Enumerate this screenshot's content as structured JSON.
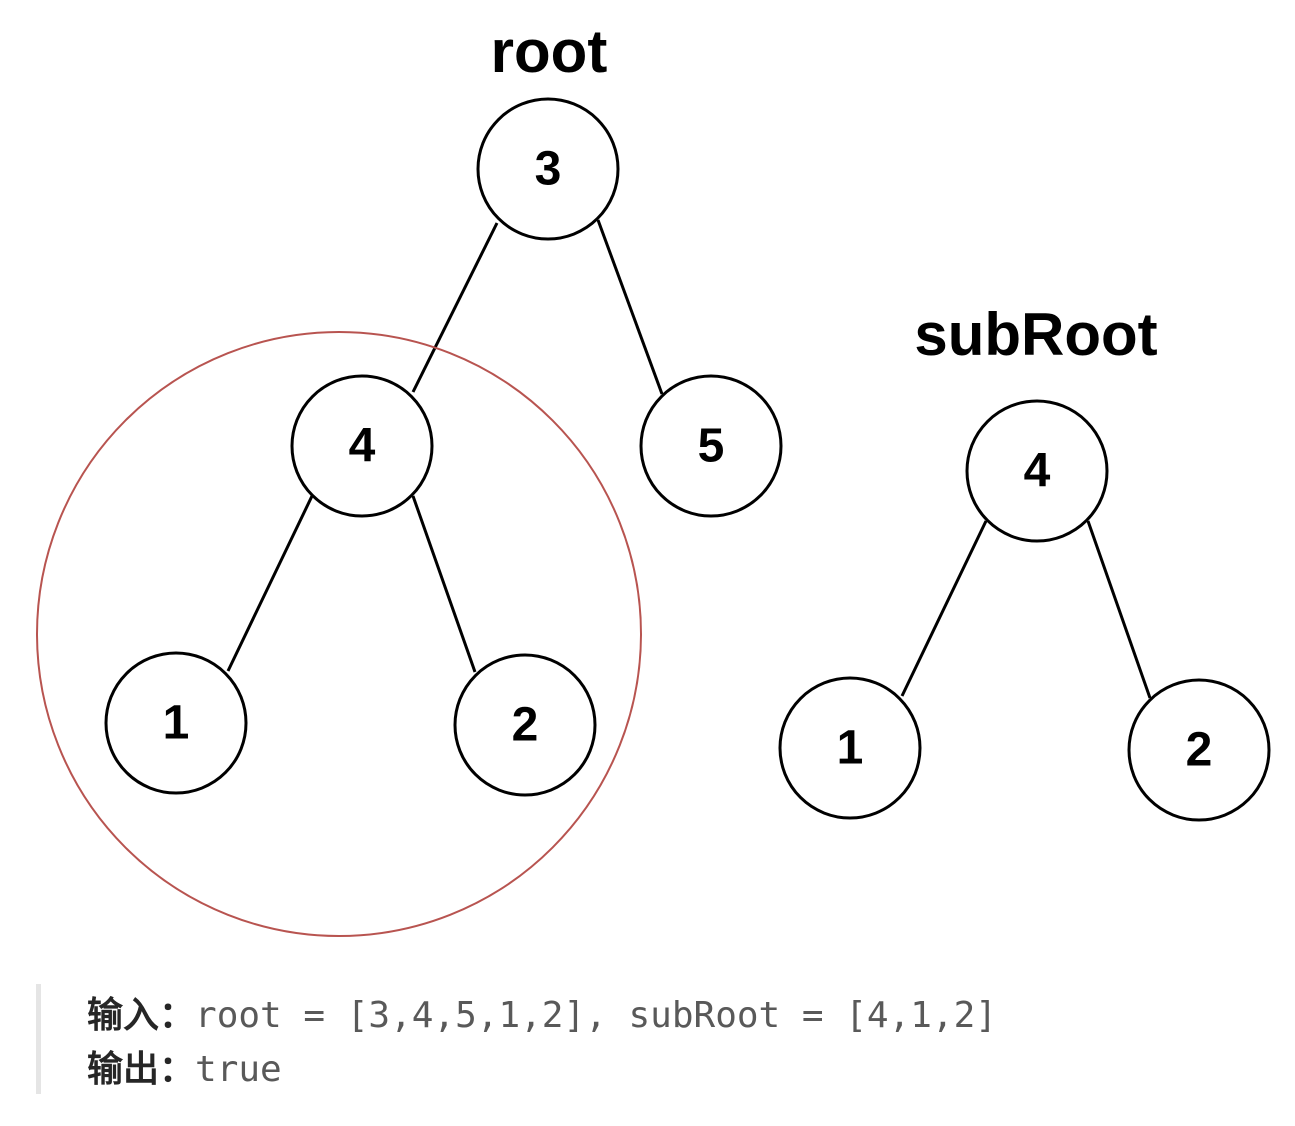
{
  "diagram": {
    "root_title": "root",
    "subroot_title": "subRoot",
    "root_tree": {
      "root": "3",
      "left": "4",
      "right": "5",
      "left_left": "1",
      "left_right": "2"
    },
    "subroot_tree": {
      "root": "4",
      "left": "1",
      "right": "2"
    },
    "highlight_color": "#b85450"
  },
  "example": {
    "input_label": "输入：",
    "input_value": "root = [3,4,5,1,2], subRoot = [4,1,2]",
    "output_label": "输出：",
    "output_value": "true"
  }
}
